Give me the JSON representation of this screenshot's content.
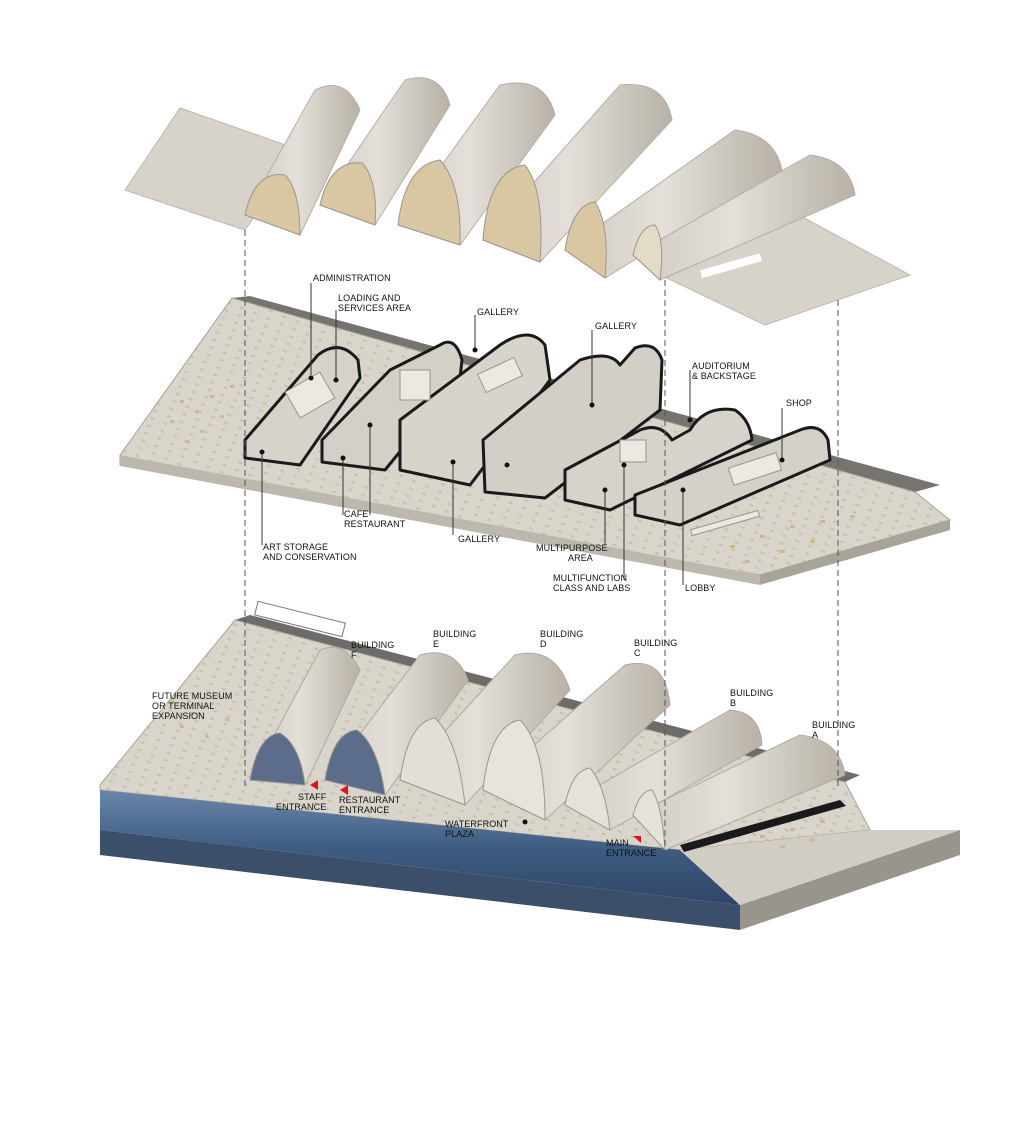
{
  "diagram": {
    "layers": [
      "roof_shells",
      "program_floor",
      "site_base"
    ],
    "colors": {
      "shell_light": "#dedad3",
      "shell_shade": "#b8b2a8",
      "shell_inner": "#d9c6a0",
      "slab": "#d6d1c8",
      "slab_edge": "#9a958c",
      "water": "#3d5a80",
      "water_light": "#6d88ad",
      "road": "#6e6c69",
      "outline": "#1a1a1a",
      "arrow": "#e0141d",
      "leader": "#555555"
    }
  },
  "labels": {
    "administration": [
      "ADMINISTRATION"
    ],
    "loading": [
      "LOADING AND",
      "SERVICES AREA"
    ],
    "gallery_top": [
      "GALLERY"
    ],
    "gallery_right": [
      "GALLERY"
    ],
    "auditorium": [
      "AUDITORIUM",
      "& BACKSTAGE"
    ],
    "shop": [
      "SHOP"
    ],
    "cafe": [
      "CAFE",
      "RESTAURANT"
    ],
    "art_storage": [
      "ART STORAGE",
      "AND CONSERVATION"
    ],
    "gallery_bottom": [
      "GALLERY"
    ],
    "multipurpose": [
      "MULTIPURPOSE",
      "AREA"
    ],
    "multifunction": [
      "MULTIFUNCTION",
      "CLASS AND LABS"
    ],
    "lobby": [
      "LOBBY"
    ],
    "building_f": [
      "BUILDING",
      "F"
    ],
    "building_e": [
      "BUILDING",
      "E"
    ],
    "building_d": [
      "BUILDING",
      "D"
    ],
    "building_c": [
      "BUILDING",
      "C"
    ],
    "building_b": [
      "BUILDING",
      "B"
    ],
    "building_a": [
      "BUILDING",
      "A"
    ],
    "future": [
      "FUTURE MUSEUM",
      "OR TERMINAL",
      "EXPANSION"
    ],
    "staff": [
      "STAFF",
      "ENTRANCE"
    ],
    "restaurant_entrance": [
      "RESTAURANT",
      "ENTRANCE"
    ],
    "waterfront": [
      "WATERFRONT",
      "PLAZA"
    ],
    "main_entrance": [
      "MAIN",
      "ENTRANCE"
    ]
  }
}
